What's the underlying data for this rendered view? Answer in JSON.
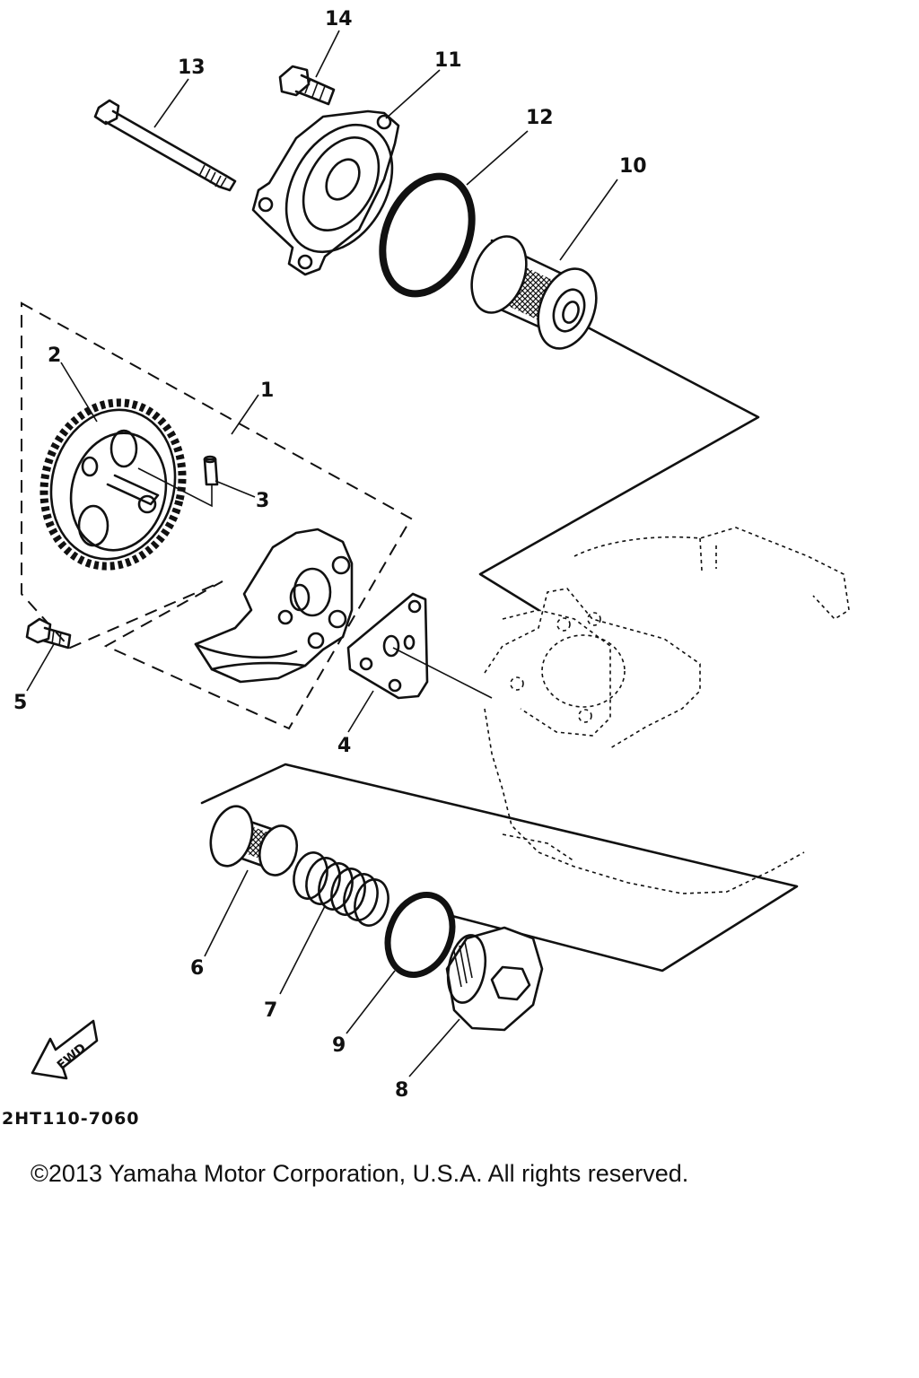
{
  "diagram": {
    "part_callouts": [
      "1",
      "2",
      "3",
      "4",
      "5",
      "6",
      "7",
      "8",
      "9",
      "10",
      "11",
      "12",
      "13",
      "14"
    ],
    "forward_indicator": "FWD",
    "diagram_code": "2HT110-7060"
  },
  "footer": {
    "copyright": "©2013 Yamaha Motor Corporation, U.S.A. All rights reserved."
  }
}
